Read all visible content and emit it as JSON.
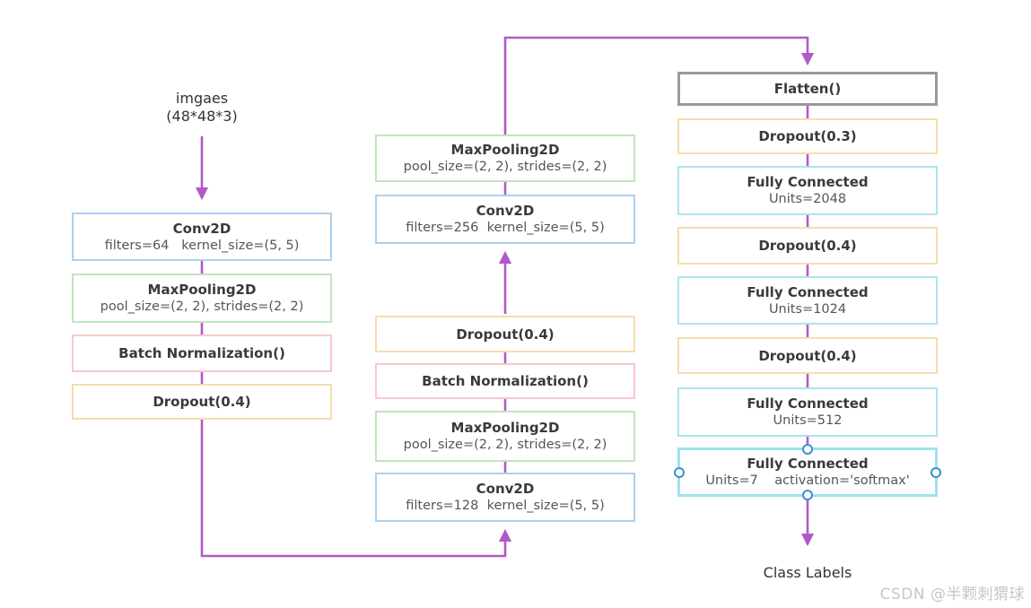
{
  "palette": {
    "arrow": "#b259c7",
    "conv_border": "#abd0f0",
    "pool_border": "#c4e3bf",
    "batchnorm_border": "#f8c8d0",
    "dropout_border": "#f8dcab",
    "dense_border": "#abe5ee",
    "dense_selected_border": "#9fe2ee",
    "flatten_border": "#97999b",
    "handle_border": "#3d8ed2",
    "title_text": "#3a3a3a",
    "subtitle_text": "#555555",
    "watermark_text": "#c6c6c6"
  },
  "input": {
    "line1": "imgaes",
    "line2": "(48*48*3)"
  },
  "output": {
    "label": "Class Labels"
  },
  "watermark": "CSDN @半颗刺猬球",
  "layers": {
    "left": [
      {
        "title": "Conv2D",
        "subtitle": "filters=64   kernel_size=(5, 5)"
      },
      {
        "title": "MaxPooling2D",
        "subtitle": "pool_size=(2, 2), strides=(2, 2)"
      },
      {
        "title": "Batch Normalization()"
      },
      {
        "title": "Dropout(0.4)"
      }
    ],
    "middle": [
      {
        "title": "MaxPooling2D",
        "subtitle": "pool_size=(2, 2), strides=(2, 2)"
      },
      {
        "title": "Conv2D",
        "subtitle": "filters=256  kernel_size=(5, 5)"
      },
      {
        "title": "Dropout(0.4)"
      },
      {
        "title": "Batch Normalization()"
      },
      {
        "title": "MaxPooling2D",
        "subtitle": "pool_size=(2, 2), strides=(2, 2)"
      },
      {
        "title": "Conv2D",
        "subtitle": "filters=128  kernel_size=(5, 5)"
      }
    ],
    "right": [
      {
        "title": "Flatten()"
      },
      {
        "title": "Dropout(0.3)"
      },
      {
        "title": "Fully Connected",
        "subtitle": "Units=2048"
      },
      {
        "title": "Dropout(0.4)"
      },
      {
        "title": "Fully Connected",
        "subtitle": "Units=1024"
      },
      {
        "title": "Dropout(0.4)"
      },
      {
        "title": "Fully Connected",
        "subtitle": "Units=512"
      },
      {
        "title": "Fully Connected",
        "subtitle": "Units=7    activation='softmax'"
      }
    ]
  }
}
